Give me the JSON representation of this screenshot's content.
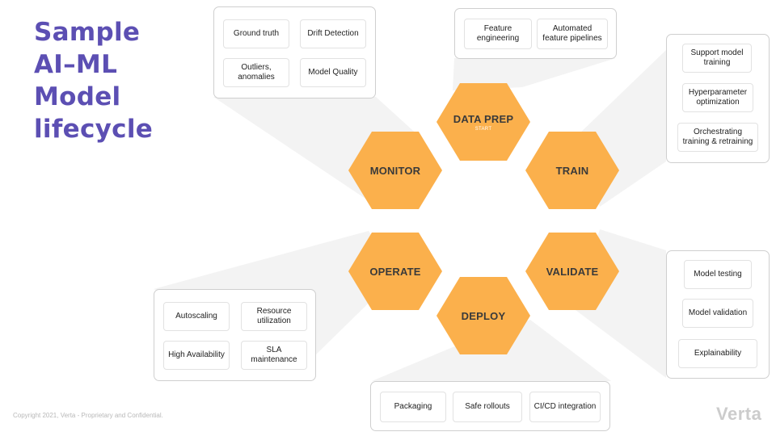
{
  "colors": {
    "title": "#5c4fb3",
    "hexagon": "#fbb04c",
    "beam": "#f3f3f3",
    "panel_border": "#cfcfcf"
  },
  "title": {
    "lines": [
      "Sample",
      "AI–ML",
      "Model",
      "lifecycle"
    ]
  },
  "stages": {
    "data_prep": {
      "label": "DATA  PREP",
      "sub": "START"
    },
    "train": {
      "label": "TRAIN"
    },
    "validate": {
      "label": "VALIDATE"
    },
    "deploy": {
      "label": "DEPLOY"
    },
    "operate": {
      "label": "OPERATE"
    },
    "monitor": {
      "label": "MONITOR"
    }
  },
  "panels": {
    "monitor": [
      "Ground truth",
      "Drift Detection",
      "Outliers, anomalies",
      "Model Quality"
    ],
    "data_prep": [
      "Feature engineering",
      "Automated feature pipelines"
    ],
    "train": [
      "Support model training",
      "Hyperparameter optimization",
      "Orchestrating training & retraining"
    ],
    "validate": [
      "Model testing",
      "Model validation",
      "Explainability"
    ],
    "operate": [
      "Autoscaling",
      "Resource utilization",
      "High Availability",
      "SLA maintenance"
    ],
    "deploy": [
      "Packaging",
      "Safe rollouts",
      "CI/CD integration"
    ]
  },
  "footer": {
    "copyright": "Copyright 2021, Verta  -  Proprietary and Confidential.",
    "logo": "Verta"
  }
}
